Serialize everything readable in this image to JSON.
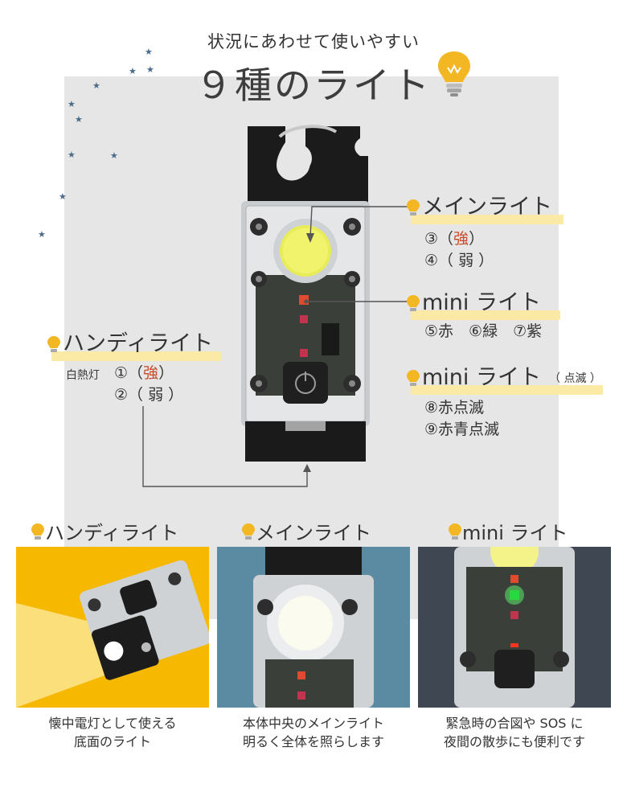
{
  "header": {
    "subtitle": "状況にあわせて使いやすい",
    "title": "９種のライト"
  },
  "main_light": {
    "label": "メインライト",
    "mode3": "③（",
    "mode3_strength": "強",
    "mode3_close": "）",
    "mode4": "④（ 弱 ）"
  },
  "mini_light": {
    "label": "mini ライト",
    "modes": "⑤赤　⑥緑　⑦紫"
  },
  "mini_blink": {
    "label": "mini ライト",
    "paren": "（ 点滅 ）",
    "mode8": "⑧赤点滅",
    "mode9": "⑨赤青点滅"
  },
  "handy_light": {
    "label": "ハンディライト",
    "type": "白熱灯",
    "mode1": "①（",
    "mode1_strength": "強",
    "mode1_close": "）",
    "mode2": "②（ 弱 ）"
  },
  "bottom": [
    {
      "label": "ハンディライト",
      "caption1": "懐中電灯として使える",
      "caption2": "底面のライト"
    },
    {
      "label": "メインライト",
      "caption1": "本体中央のメインライト",
      "caption2": "明るく全体を照らします"
    },
    {
      "label": "mini ライト",
      "caption1": "緊急時の合図や SOS に",
      "caption2": "夜間の散歩にも便利です"
    }
  ],
  "colors": {
    "accent_red": "#c94b2a",
    "highlight": "#fbe9a6",
    "bulb": "#f2b722",
    "panel": "#e6e6e6"
  }
}
